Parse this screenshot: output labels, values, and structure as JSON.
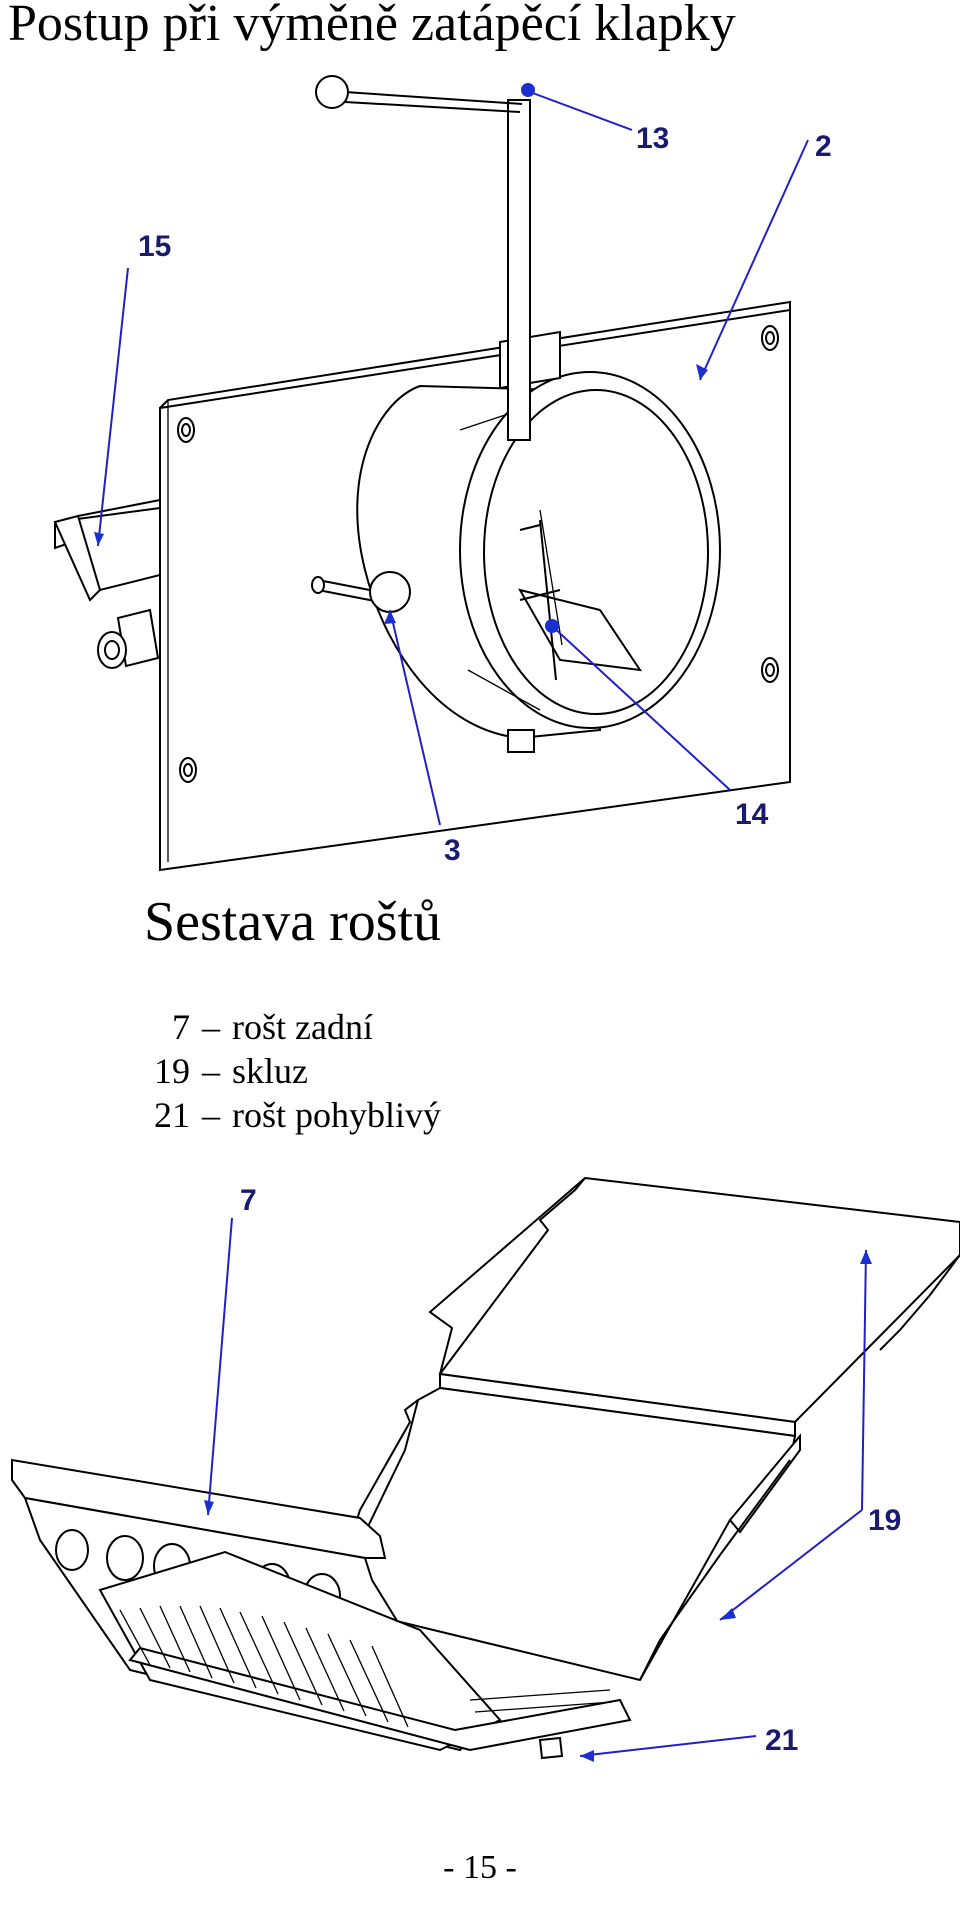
{
  "page": {
    "title": "Postup při výměně zatápěcí klapky",
    "section_title": "Sestava roštů",
    "page_number": "- 15 -"
  },
  "figure1": {
    "callouts": [
      "13",
      "2",
      "15",
      "3",
      "14"
    ]
  },
  "legend": [
    {
      "num": "7",
      "dash": "–",
      "text": "rošt zadní"
    },
    {
      "num": "19",
      "dash": "–",
      "text": "skluz"
    },
    {
      "num": "21",
      "dash": "–",
      "text": "rošt pohyblivý"
    }
  ],
  "figure2": {
    "callouts": [
      "7",
      "19",
      "21"
    ]
  },
  "colors": {
    "leader": "#2020c8",
    "callout_text": "#1a1a6e",
    "line": "#000000"
  }
}
